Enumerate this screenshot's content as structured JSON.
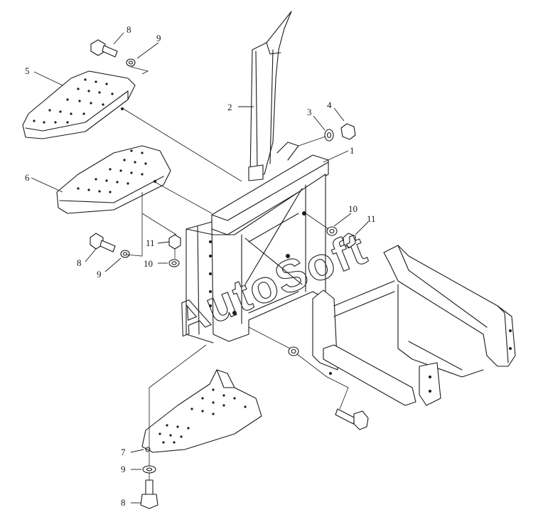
{
  "watermark": "AutoSoft",
  "callouts": [
    {
      "id": "c1",
      "label": "1"
    },
    {
      "id": "c2",
      "label": "2"
    },
    {
      "id": "c3",
      "label": "3"
    },
    {
      "id": "c4",
      "label": "4"
    },
    {
      "id": "c5",
      "label": "5"
    },
    {
      "id": "c6",
      "label": "6"
    },
    {
      "id": "c7",
      "label": "7"
    },
    {
      "id": "c8a",
      "label": "8"
    },
    {
      "id": "c8b",
      "label": "8"
    },
    {
      "id": "c8c",
      "label": "8"
    },
    {
      "id": "c9a",
      "label": "9"
    },
    {
      "id": "c9b",
      "label": "9"
    },
    {
      "id": "c9c",
      "label": "9"
    },
    {
      "id": "c10a",
      "label": "10"
    },
    {
      "id": "c10b",
      "label": "10"
    },
    {
      "id": "c11a",
      "label": "11"
    },
    {
      "id": "c11b",
      "label": "11"
    }
  ]
}
